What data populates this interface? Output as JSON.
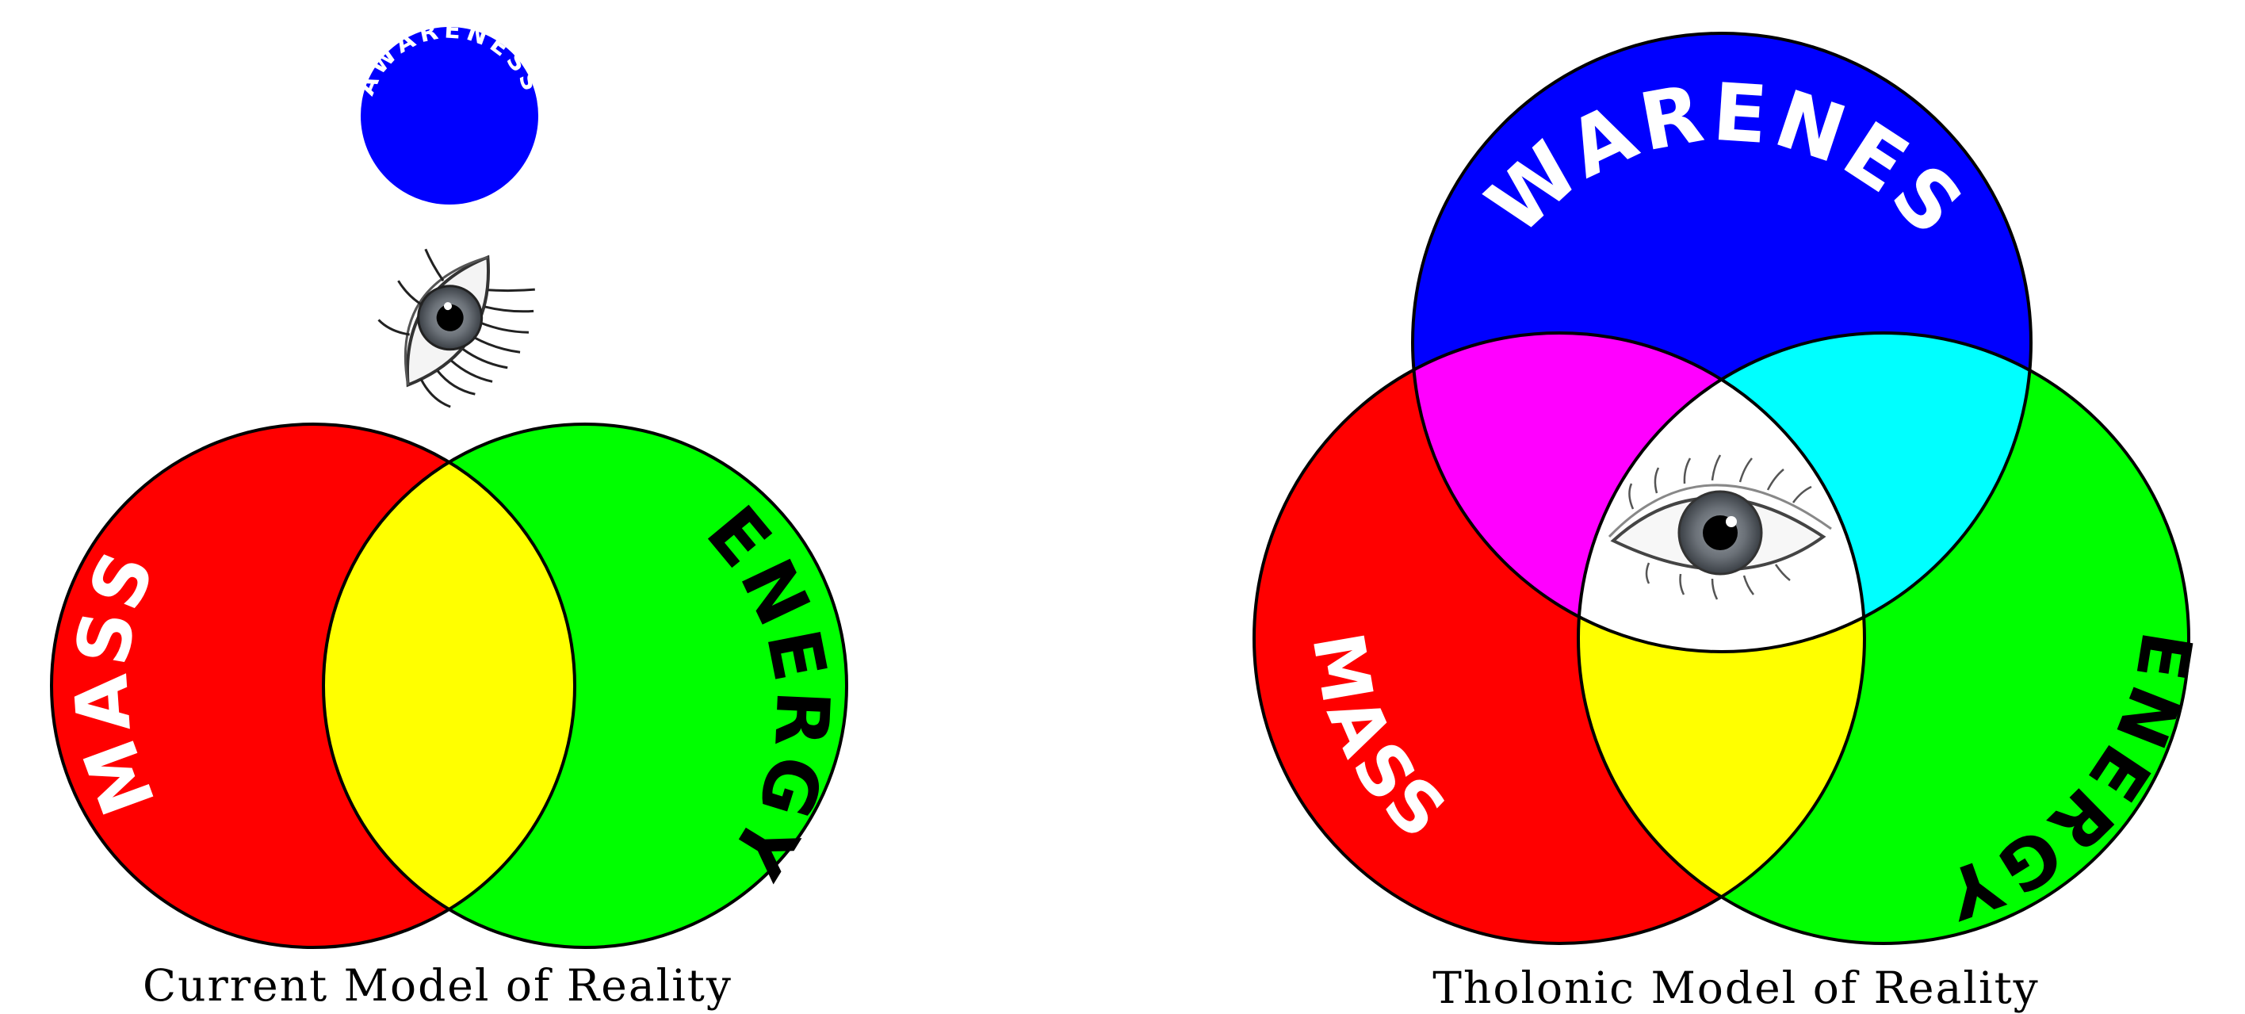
{
  "current_model": {
    "caption": "Current Model of Reality",
    "mass_label": "MASS",
    "energy_label": "ENERGY",
    "awareness_label": "AWARENESS"
  },
  "tholonic_model": {
    "caption": "Tholonic Model of Reality",
    "mass_label": "MASS",
    "energy_label": "ENERGY",
    "awareness_label": "AWARENESS"
  },
  "colors": {
    "mass": "#ff0000",
    "energy": "#00ff00",
    "awareness": "#0000ff",
    "mass_energy": "#ffff00",
    "mass_awareness": "#ff00ff",
    "energy_awareness": "#00ffff",
    "center": "#ffffff"
  },
  "icons": [
    "eye-icon"
  ]
}
